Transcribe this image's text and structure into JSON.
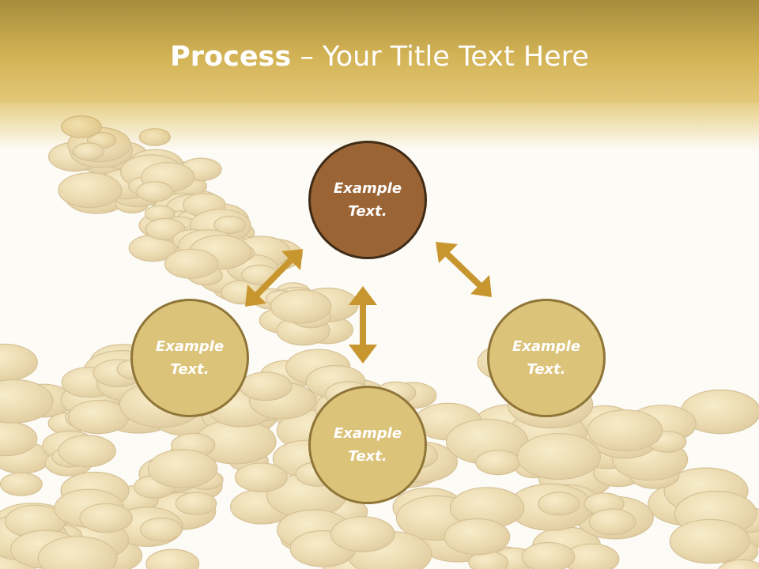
{
  "slide": {
    "title_bold": "Process",
    "title_rest": " – Your Title Text Here"
  },
  "nodes": {
    "top": "Example Text.",
    "left": "Example Text.",
    "bottom": "Example Text.",
    "right": "Example Text."
  },
  "colors": {
    "header_band": "#c7a546",
    "top_circle": "#9b6434",
    "gold_circle": "#dcc37a",
    "arrow": "#c8962e"
  },
  "background_image": "gold-coins-pile"
}
